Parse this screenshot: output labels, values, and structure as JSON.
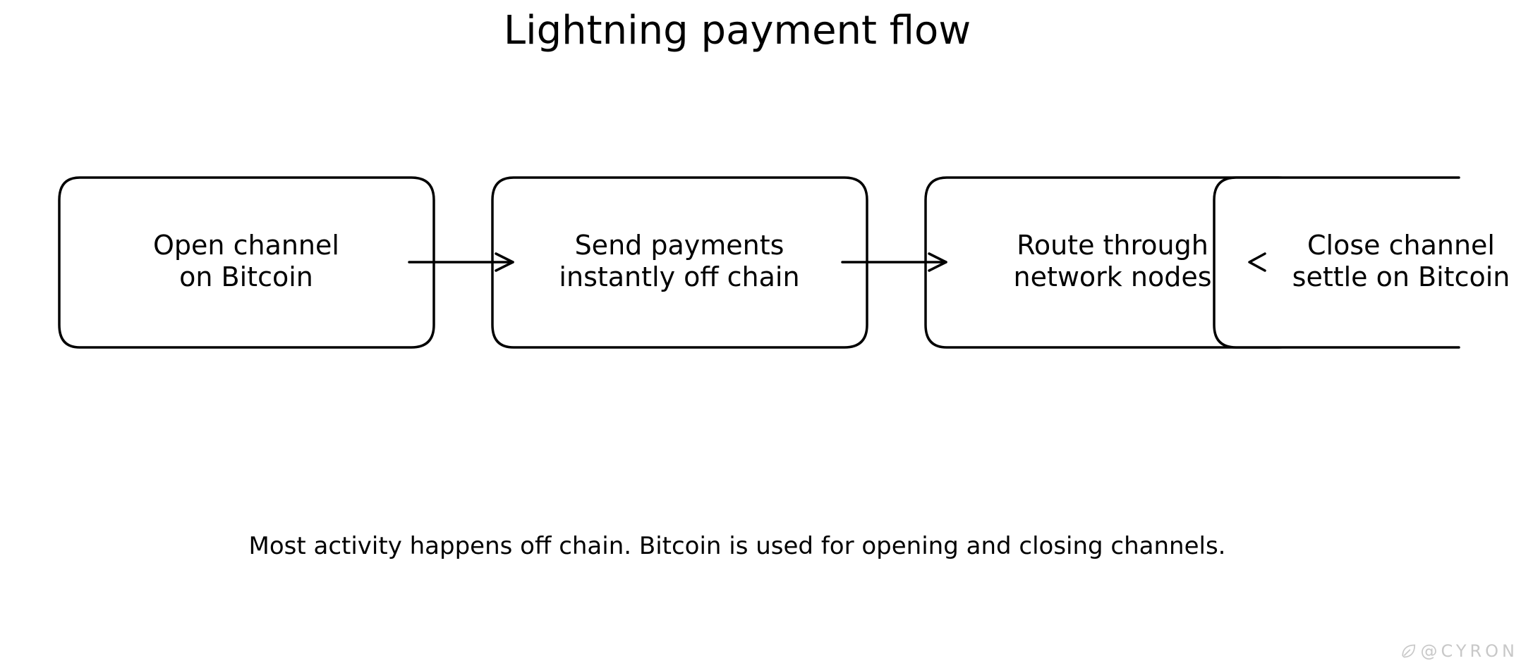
{
  "title": "Lightning payment flow",
  "steps": [
    {
      "line1": "Open channel",
      "line2": "on Bitcoin"
    },
    {
      "line1": "Send payments",
      "line2": "instantly off chain"
    },
    {
      "line1": "Route through",
      "line2": "network nodes"
    },
    {
      "line1": "Close channel",
      "line2": "settle on Bitcoin"
    }
  ],
  "caption": "Most activity happens off chain. Bitcoin is used for opening and closing channels.",
  "watermark": "@CYRON"
}
